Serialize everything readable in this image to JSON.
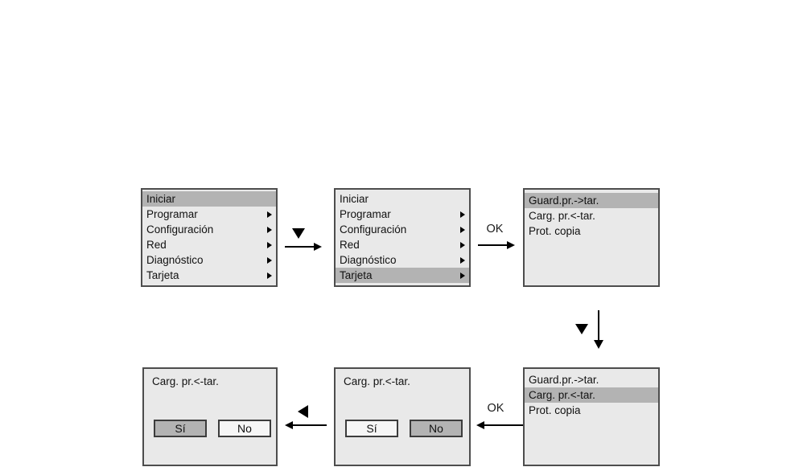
{
  "figure": {
    "description": "Menu navigation flow diagram with six device LCD screens connected by key-press arrows",
    "colors": {
      "screen_background": "#e9e9e9",
      "screen_border": "#4d4d4d",
      "selection_highlight": "#b3b3b3",
      "button_background": "#f6f6f6",
      "text": "#111111",
      "arrow": "#000000"
    }
  },
  "screens": {
    "menu_a": {
      "selected": "Iniciar",
      "items": [
        {
          "label": "Iniciar",
          "has_submenu": false
        },
        {
          "label": "Programar",
          "has_submenu": true
        },
        {
          "label": "Configuración",
          "has_submenu": true
        },
        {
          "label": "Red",
          "has_submenu": true
        },
        {
          "label": "Diagnóstico",
          "has_submenu": true
        },
        {
          "label": "Tarjeta",
          "has_submenu": true
        }
      ]
    },
    "menu_b": {
      "selected": "Tarjeta",
      "items": [
        {
          "label": "Iniciar",
          "has_submenu": false
        },
        {
          "label": "Programar",
          "has_submenu": true
        },
        {
          "label": "Configuración",
          "has_submenu": true
        },
        {
          "label": "Red",
          "has_submenu": true
        },
        {
          "label": "Diagnóstico",
          "has_submenu": true
        },
        {
          "label": "Tarjeta",
          "has_submenu": true
        }
      ]
    },
    "card_a": {
      "selected": "Guard.pr.->tar.",
      "items": [
        {
          "label": "Guard.pr.->tar."
        },
        {
          "label": "Carg. pr.<-tar."
        },
        {
          "label": "Prot. copia"
        }
      ]
    },
    "card_b": {
      "selected": "Carg. pr.<-tar.",
      "items": [
        {
          "label": "Guard.pr.->tar."
        },
        {
          "label": "Carg. pr.<-tar."
        },
        {
          "label": "Prot. copia"
        }
      ]
    },
    "dialog_no": {
      "title": "Carg. pr.<-tar.",
      "yes_label": "Sí",
      "no_label": "No",
      "selected": "No"
    },
    "dialog_yes": {
      "title": "Carg. pr.<-tar.",
      "yes_label": "Sí",
      "no_label": "No",
      "selected": "Sí"
    }
  },
  "connectors": {
    "ok_top": {
      "label": "OK"
    },
    "ok_bottom": {
      "label": "OK"
    },
    "key_down_1": {
      "icon": "cursor-down-key"
    },
    "key_down_2": {
      "icon": "cursor-down-key"
    },
    "key_left_1": {
      "icon": "cursor-left-key"
    }
  }
}
